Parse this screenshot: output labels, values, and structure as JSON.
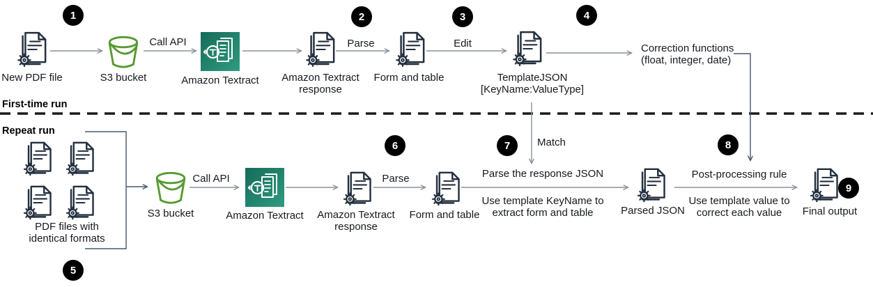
{
  "diagram": {
    "lanes": {
      "first": "First-time run",
      "repeat": "Repeat run"
    },
    "badges": [
      "1",
      "2",
      "3",
      "4",
      "5",
      "6",
      "7",
      "8",
      "9"
    ],
    "top": {
      "new_pdf": "New PDF file",
      "s3_bucket": "S3 bucket",
      "call_api": "Call API",
      "textract": "Amazon Textract",
      "textract_response": "Amazon Textract response",
      "parse": "Parse",
      "form_and_table": "Form and table",
      "edit": "Edit",
      "template_json": "TemplateJSON [KeyName:ValueType]",
      "correction_functions": "Correction functions (float, integer, date)"
    },
    "bottom": {
      "pdf_files": "PDF files with identical formats",
      "s3_bucket": "S3 bucket",
      "call_api": "Call API",
      "textract": "Amazon Textract",
      "textract_response": "Amazon Textract response",
      "parse": "Parse",
      "form_and_table": "Form and table",
      "match": "Match",
      "parse_response_title": "Parse the response JSON",
      "parse_response_sub": "Use template KeyName to extract form and table",
      "parsed_json": "Parsed JSON",
      "post_rule_title": "Post-processing rule",
      "post_rule_sub": "Use template value to correct each value",
      "final_output": "Final output"
    },
    "colors": {
      "s3_green": "#569A31",
      "textract_teal_start": "#156b59",
      "textract_teal_end": "#2f9b80",
      "document_navy": "#232f3e",
      "arrow_gray": "#8b9298",
      "connector_slate": "#47586a",
      "separator_black": "#1a1a1a",
      "badge_black": "#000000"
    }
  }
}
